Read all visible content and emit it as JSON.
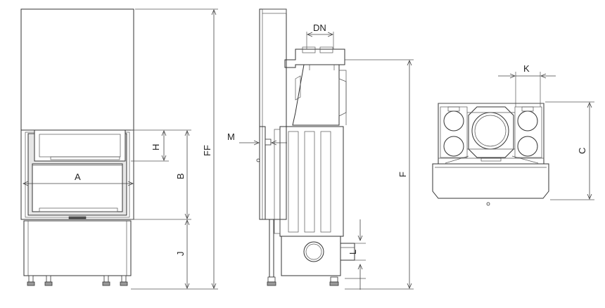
{
  "labels": {
    "A": "A",
    "B": "B",
    "C": "C",
    "DN": "DN",
    "F": "F",
    "FF": "FF",
    "H": "H",
    "J": "J",
    "K": "K",
    "L": "L",
    "M": "M"
  }
}
